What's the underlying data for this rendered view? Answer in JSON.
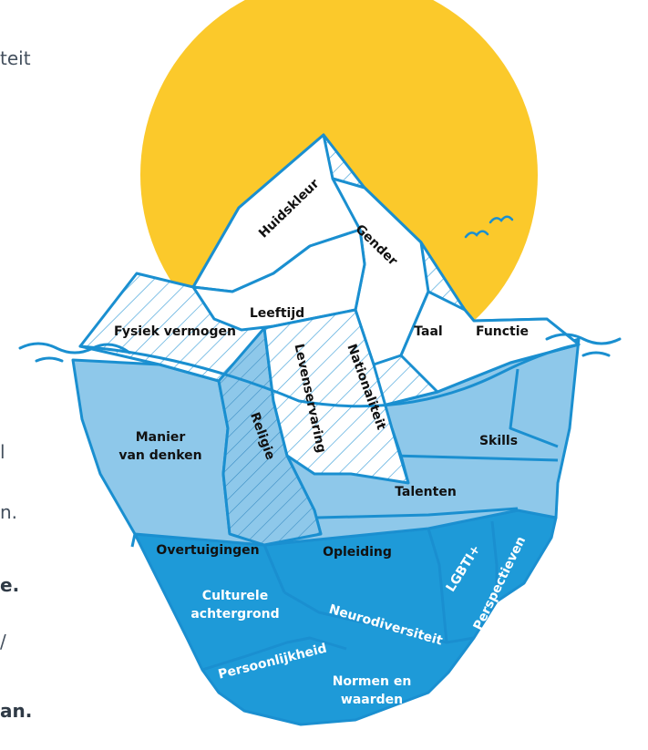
{
  "side_fragments": [
    "teit",
    "l",
    "n.",
    "e.",
    "/",
    "an."
  ],
  "layers": {
    "above": [
      "Huidskleur",
      "Gender",
      "Leeftijd",
      "Fysiek vermogen",
      "Taal",
      "Functie"
    ],
    "waterline": [
      "Levenservaring",
      "Nationaliteit",
      "Religie"
    ],
    "below_light": [
      "Manier",
      "van denken",
      "Skills",
      "Talenten",
      "Overtuigingen",
      "Opleiding"
    ],
    "below_deep": [
      "Culturele",
      "achtergrond",
      "LGBTI+",
      "Perspectieven",
      "Neurodiversiteit",
      "Persoonlijkheid",
      "Normen en",
      "waarden"
    ]
  },
  "colors": {
    "sun": "#fbc92b",
    "ice_white": "#ffffff",
    "water_light": "#8ec8ea",
    "water_mid": "#74bde6",
    "water_deep": "#1e9ad8",
    "outline": "#1a8fd0"
  },
  "icons": [
    "bird-icon"
  ]
}
